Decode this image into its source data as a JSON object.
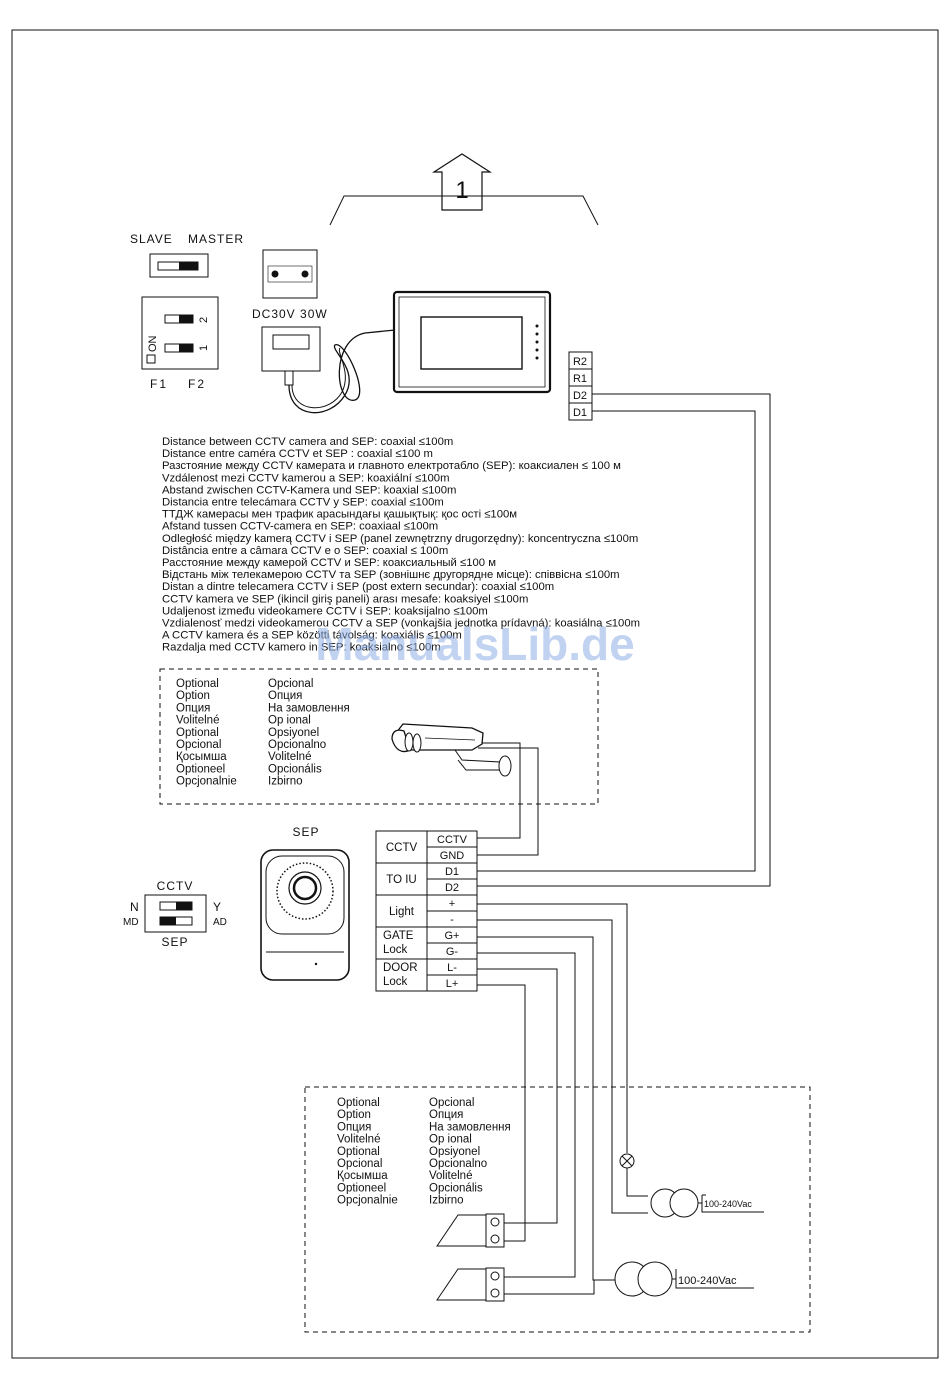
{
  "top": {
    "section_number": "1"
  },
  "switches": {
    "slave_label": "SLAVE",
    "master_label": "MASTER",
    "on_label": "ON",
    "switch_1": "1",
    "switch_2": "2",
    "f1": "F1",
    "f2": "F2"
  },
  "power": {
    "label": "DC30V 30W"
  },
  "monitor_terminals": [
    "R2",
    "R1",
    "D2",
    "D1"
  ],
  "distance_lines": [
    "Distance between CCTV camera and SEP: coaxial ≤100m",
    "Distance entre caméra CCTV et SEP : coaxial ≤100 m",
    "Разстояние между CCTV камерата и главното електротабло (SEP): коаксиален ≤ 100 м",
    "Vzdálenost mezi CCTV kamerou a SEP: koaxiální ≤100m",
    "Abstand zwischen CCTV-Kamera und SEP: koaxial ≤100m",
    "Distancia entre telecámara CCTV y SEP: coaxial ≤100m",
    "ТТДЖ камерасы мен трафик арасындағы қашықтық: қос ості ≤100м",
    "Afstand tussen CCTV-camera en SEP: coaxiaal ≤100m",
    "Odległość między kamerą CCTV i SEP (panel zewnętrzny drugorzędny): koncentryczna ≤100m",
    "Distância entre a câmara CCTV e o SEP: coaxial ≤ 100m",
    "Расстояние между камерой CCTV и SEP: коаксиальный ≤100 м",
    "Відстань між телекамерою CCTV та SEP (зовнішнє другорядне місце): співвісна ≤100m",
    "Distan a dintre telecamera CCTV  i SEP (post extern secundar): coaxial ≤100m",
    "CCTV kamera ve SEP (ikincil giriş paneli) arası mesafe: koaksiyel ≤100m",
    "Udaljenost između videokamere CCTV i SEP:  koaksijalno ≤100m",
    "Vzdialenosť medzi videokamerou CCTV a SEP (vonkajšia jednotka prídavná): koasiálna ≤100m",
    "A CCTV kamera és a SEP közötti távolság: koaxiális ≤100m",
    "Razdalja med CCTV kamero in SEP: koaksialno ≤100m"
  ],
  "optional_col1": [
    "Optional",
    "Option",
    "Опция",
    "Volitelné",
    "Optional",
    "Opcional",
    "Қосымша",
    "Optioneel",
    "Opcjonalnie"
  ],
  "optional_col2": [
    "Opcional",
    "Опция",
    "На замовлення",
    "Op ional",
    "Opsiyonel",
    "Opcionalno",
    "Volitelné",
    "Opcionális",
    "Izbirno"
  ],
  "sep": {
    "title": "SEP"
  },
  "sep_switch": {
    "top": "CCTV",
    "bottom": "SEP",
    "n": "N",
    "md": "MD",
    "y": "Y",
    "ad": "AD"
  },
  "terminal_groups": [
    {
      "label": "CCTV",
      "pins": [
        "CCTV",
        "GND"
      ]
    },
    {
      "label": "TO IU",
      "pins": [
        "D1",
        "D2"
      ]
    },
    {
      "label": "Light",
      "pins": [
        "+",
        "-"
      ]
    },
    {
      "label": "GATE\nLock",
      "pins": [
        "G+",
        "G-"
      ]
    },
    {
      "label": "DOOR\nLock",
      "pins": [
        "L-",
        "L+"
      ]
    }
  ],
  "transformers": [
    "100-240Vac",
    "100-240Vac"
  ],
  "watermark": "ManualsLib.de"
}
